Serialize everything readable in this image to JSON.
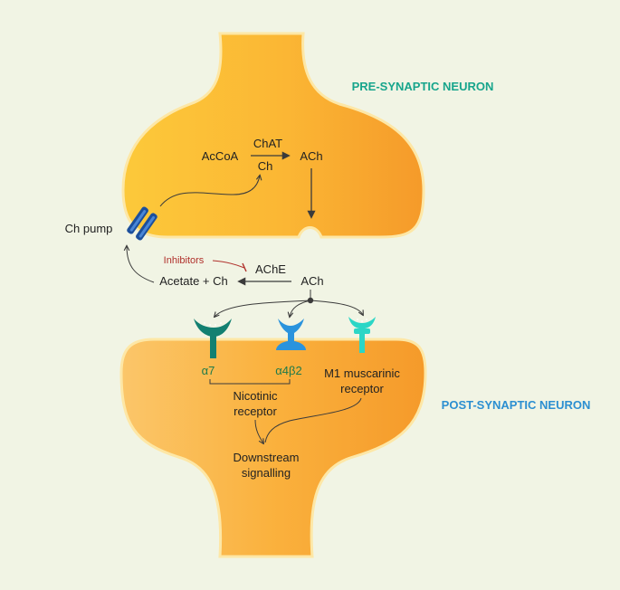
{
  "colors": {
    "background": "#f1f4e4",
    "neuron_light": "#fcc93a",
    "neuron_dark": "#f59a2a",
    "neuron_outline": "#fde7a6",
    "pre_label": "#17a58c",
    "post_label": "#2c8fd1",
    "inhibitor": "#b0302b",
    "arrow": "#3b3b3b",
    "alpha7": "#138071",
    "a4b2": "#2a93dd",
    "m1": "#2bd6c6",
    "pump": "#1c4f9c",
    "pump_light": "#4a86d6",
    "receptor_label_green": "#1f7a4a"
  },
  "labels": {
    "pre_synaptic": "PRE-SYNAPTIC NEURON",
    "post_synaptic": "POST-SYNAPTIC NEURON",
    "accoa": "AcCoA",
    "chat": "ChAT",
    "ch_top": "Ch",
    "ach_top": "ACh",
    "ch_pump": "Ch pump",
    "inhibitors": "Inhibitors",
    "ache": "AChE",
    "acetate_ch": "Acetate + Ch",
    "ach_cleft": "ACh",
    "alpha7": "α7",
    "a4b2": "α4β2",
    "m1_line1": "M1 muscarinic",
    "m1_line2": "receptor",
    "nicotinic_line1": "Nicotinic",
    "nicotinic_line2": "receptor",
    "downstream_line1": "Downstream",
    "downstream_line2": "signalling"
  },
  "icons": {
    "ch_pump": "choline-transporter-icon",
    "alpha7": "alpha7-receptor-icon",
    "a4b2": "alpha4beta2-receptor-icon",
    "m1": "m1-receptor-icon"
  }
}
